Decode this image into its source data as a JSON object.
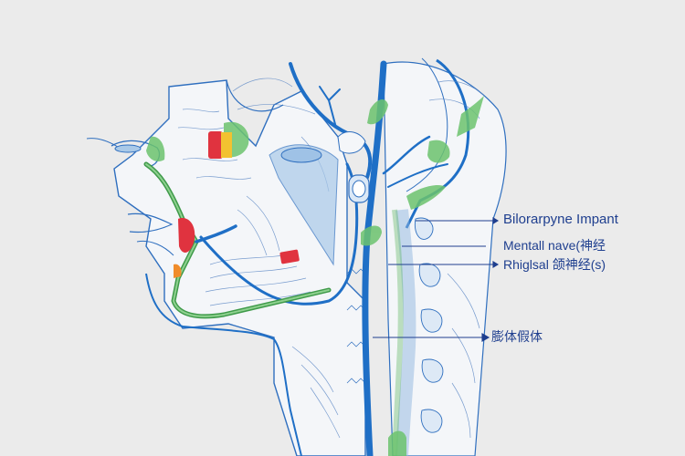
{
  "diagram": {
    "title": "Head and neck sagittal anatomy illustration",
    "background": "#ebebeb",
    "colors": {
      "outline": "#2f6fbf",
      "vessel": "#1f6fc6",
      "nerve_green": "#4caf50",
      "highlight_red": "#e0333f",
      "highlight_yellow": "#f2c230",
      "highlight_orange": "#f08c2a",
      "tissue_fill": "#f4f6f9",
      "light_blue_fill": "#a9c9e8",
      "label_text": "#1f3f8f"
    },
    "labels": [
      {
        "id": "label-1",
        "text": "Bilorarpyne Impant",
        "pointer": "arrow"
      },
      {
        "id": "label-2",
        "text": "Mentall nave(神经",
        "pointer": "line"
      },
      {
        "id": "label-3",
        "text": "Rhiglsal 颌神经(s)",
        "pointer": "arrow"
      },
      {
        "id": "label-4",
        "text": "膨体假体",
        "pointer": "arrow"
      }
    ]
  }
}
